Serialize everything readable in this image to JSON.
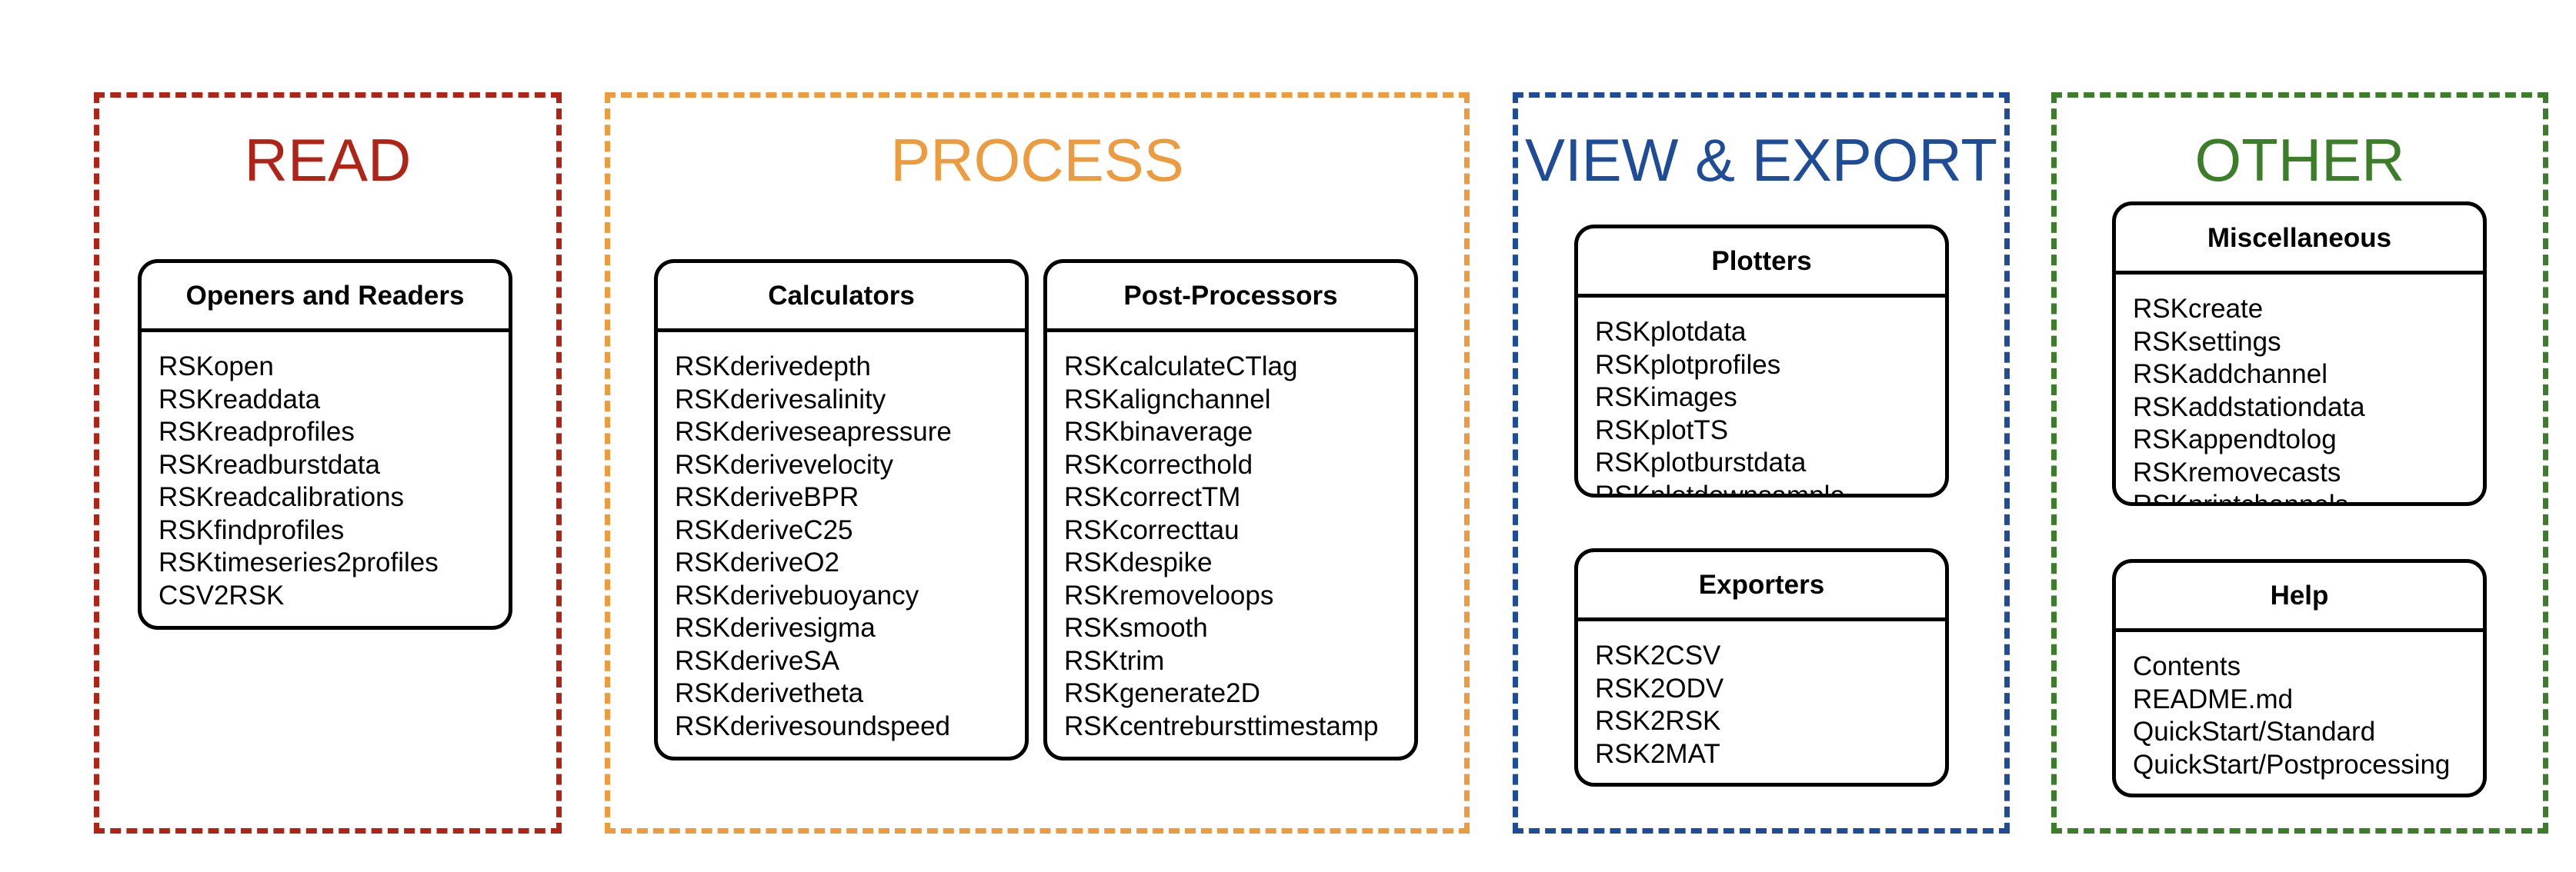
{
  "colors": {
    "read": "#b02418",
    "process": "#ec9b3f",
    "view_export": "#1e4c97",
    "other": "#3b7d28",
    "card_border": "#000000"
  },
  "sections": {
    "read": {
      "title": "READ",
      "cards": [
        {
          "title": "Openers and Readers",
          "items": [
            "RSKopen",
            "RSKreaddata",
            "RSKreadprofiles",
            "RSKreadburstdata",
            "RSKreadcalibrations",
            "RSKfindprofiles",
            "RSKtimeseries2profiles",
            "CSV2RSK"
          ]
        }
      ]
    },
    "process": {
      "title": "PROCESS",
      "cards": [
        {
          "title": "Calculators",
          "items": [
            "RSKderivedepth",
            "RSKderivesalinity",
            "RSKderiveseapressure",
            "RSKderivevelocity",
            "RSKderiveBPR",
            "RSKderiveC25",
            "RSKderiveO2",
            "RSKderivebuoyancy",
            "RSKderivesigma",
            "RSKderiveSA",
            "RSKderivetheta",
            "RSKderivesoundspeed"
          ]
        },
        {
          "title": "Post-Processors",
          "items": [
            "RSKcalculateCTlag",
            "RSKalignchannel",
            "RSKbinaverage",
            "RSKcorrecthold",
            "RSKcorrectTM",
            "RSKcorrecttau",
            "RSKdespike",
            "RSKremoveloops",
            "RSKsmooth",
            "RSKtrim",
            "RSKgenerate2D",
            "RSKcentrebursttimestamp"
          ]
        }
      ]
    },
    "view_export": {
      "title": "VIEW & EXPORT",
      "cards": [
        {
          "title": "Plotters",
          "items": [
            "RSKplotdata",
            "RSKplotprofiles",
            "RSKimages",
            "RSKplotTS",
            "RSKplotburstdata",
            "RSKplotdownsample"
          ]
        },
        {
          "title": "Exporters",
          "items": [
            "RSK2CSV",
            "RSK2ODV",
            "RSK2RSK",
            "RSK2MAT"
          ]
        }
      ]
    },
    "other": {
      "title": "OTHER",
      "cards": [
        {
          "title": "Miscellaneous",
          "items": [
            "RSKcreate",
            "RSKsettings",
            "RSKaddchannel",
            "RSKaddstationdata",
            "RSKappendtolog",
            "RSKremovecasts",
            "RSKprintchannels"
          ]
        },
        {
          "title": "Help",
          "items": [
            "Contents",
            "README.md",
            "QuickStart/Standard",
            "QuickStart/Postprocessing"
          ]
        }
      ]
    }
  }
}
